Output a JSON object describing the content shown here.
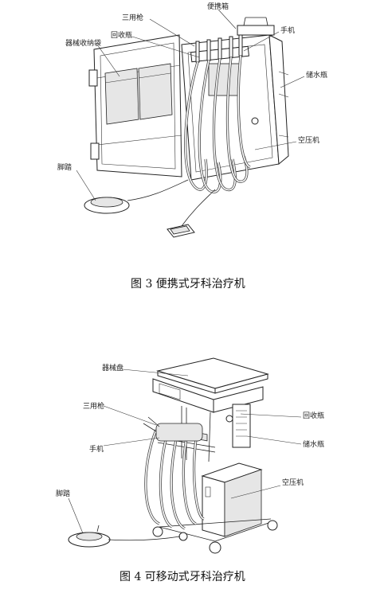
{
  "figure3": {
    "caption": "图 3  便携式牙科治疗机",
    "labels": {
      "carry_case": "便携箱",
      "three_way_syringe": "三用枪",
      "recovery_bottle": "回收瓶",
      "instrument_bag": "器械收纳袋",
      "handpiece": "手机",
      "water_bottle": "储水瓶",
      "air_compressor": "空压机",
      "foot_pedal": "脚踏"
    }
  },
  "figure4": {
    "caption": "图 4  可移动式牙科治疗机",
    "labels": {
      "instrument_tray": "器械盘",
      "three_way_syringe": "三用枪",
      "recovery_bottle": "回收瓶",
      "handpiece": "手机",
      "water_bottle": "储水瓶",
      "air_compressor": "空压机",
      "foot_pedal": "脚踏"
    }
  }
}
